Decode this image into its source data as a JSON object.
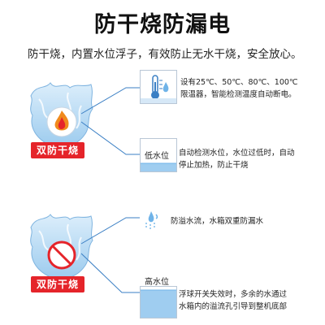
{
  "title": "防干烧防漏电",
  "subtitle": "防干烧，内置水位浮子，有效防止无水干烧，安全放心。",
  "badges": {
    "top": "双防干烧",
    "bottom": "双防干烧"
  },
  "features": [
    {
      "icon": "thermometer-icon",
      "lines": [
        "设有25℃、50℃、80℃、100℃",
        "限温器，智能检测温度自动断电。"
      ]
    },
    {
      "icon": "low-water-icon",
      "label": "低水位",
      "lines": [
        "自动检测水位，水位过低时，自动",
        "停止加热，防止干烧"
      ]
    },
    {
      "icon": "water-drop-icon",
      "lines": [
        "防溢水流，水箱双重防漏水"
      ]
    },
    {
      "icon": "high-water-icon",
      "label": "高水位",
      "lines": [
        "浮球开关失效时，多余的水通过",
        "水箱内的溢流孔引导到整机底部"
      ]
    }
  ],
  "colors": {
    "accent_red": "#e5242a",
    "line_blue": "#3a7fc4",
    "water_blue": "#6fb3e8"
  }
}
